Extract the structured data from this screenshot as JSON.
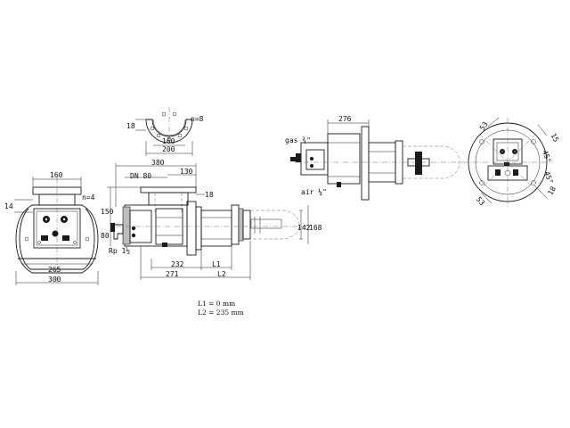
{
  "drawing": {
    "left_view": {
      "dim_top_width": "160",
      "dim_flange": "14",
      "bolts": "n=4",
      "dim_inner": "265",
      "dim_outer": "300"
    },
    "top_flange": {
      "dim_thickness": "18",
      "bolts": "n=8",
      "dim_inner": "160",
      "dim_outer": "200"
    },
    "side_view": {
      "dim_overall": "380",
      "dim_dn": "DN 80",
      "dim_130": "130",
      "dim_flange": "18",
      "dim_height": "150",
      "dim_80": "80",
      "thread": "Rp 1½",
      "dim_142": "142",
      "dim_168": "168",
      "dim_232": "232",
      "dim_l1": "L1",
      "dim_271": "271",
      "dim_l2": "L2"
    },
    "right_side_view": {
      "dim_276": "276",
      "gas_label": "gas ¾\"",
      "air_label": "air ¼\""
    },
    "front_view": {
      "dim_53a": "53",
      "dim_15": "15",
      "dim_deg": "45°",
      "dim_deg2": "45°",
      "dim_18": "18",
      "dim_53b": "53"
    },
    "notes": {
      "line1": "L1 = 0 mm",
      "line2": "L2 = 235 mm"
    }
  }
}
